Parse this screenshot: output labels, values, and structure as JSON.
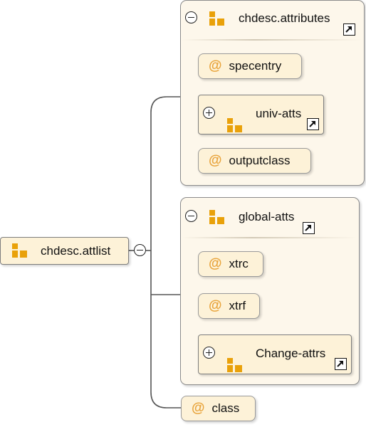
{
  "root": {
    "label": "chdesc.attlist",
    "icon": "group-glyph-icon"
  },
  "groups": [
    {
      "title": "chdesc.attributes",
      "items": [
        {
          "kind": "attribute",
          "label": "specentry"
        },
        {
          "kind": "reference",
          "label": "univ-atts"
        },
        {
          "kind": "attribute",
          "label": "outputclass"
        }
      ]
    },
    {
      "title": "global-atts",
      "items": [
        {
          "kind": "attribute",
          "label": "xtrc"
        },
        {
          "kind": "attribute",
          "label": "xtrf"
        },
        {
          "kind": "reference",
          "label": "Change-attrs"
        }
      ]
    }
  ],
  "class_attribute": {
    "label": "class"
  },
  "symbols": {
    "attribute": "@"
  },
  "colors": {
    "glyph": "#e9a10a",
    "at_symbol": "#e8a33a",
    "box_fill": "#fdf2d8",
    "group_fill": "#fdf7eb",
    "connector": "#555555"
  }
}
